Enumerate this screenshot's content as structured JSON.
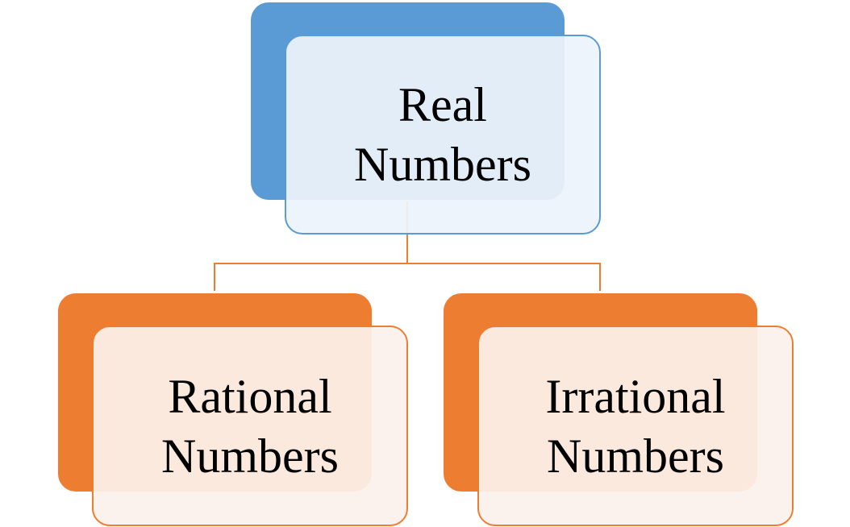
{
  "colors": {
    "blue_fill": "#5B9BD5",
    "blue_front": "rgba(237,243,251,0.93)",
    "blue_border": "#5B9BD5",
    "orange_fill": "#ED7D31",
    "orange_front": "rgba(252,241,236,0.93)",
    "orange_border": "#ED7D31",
    "connector": "#ED7D31"
  },
  "nodes": {
    "root": {
      "line1": "Real",
      "line2": "Numbers"
    },
    "left": {
      "line1": "Rational",
      "line2": "Numbers"
    },
    "right": {
      "line1": "Irrational",
      "line2": "Numbers"
    }
  }
}
